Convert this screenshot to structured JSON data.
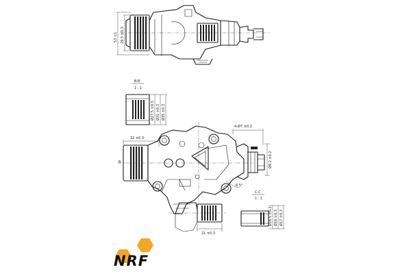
{
  "brand": {
    "name": "NRF",
    "accent_color": "#f5a623",
    "text_color": "#111111"
  },
  "dimensions": {
    "top_view_height_a": "53 ±1",
    "top_view_height_b": "29.5 ±0.3",
    "section_title": "B-B",
    "section_scale": "1 : 1",
    "section_d1": "Ø27.5 ±0.3",
    "section_d2": "Ø31 ±0.3",
    "section_d3": "Ø35 ±0.3",
    "inlet_length": "32 ±0.3",
    "inlet_mark": "B",
    "outlet_length": "4-Ø7 ±0.2",
    "outlet_height": "Ø9.2 ±0.2",
    "angle": "6.5°",
    "section_small_title": "C-C",
    "section_small_scale": "1 : 1",
    "pipe_length": "21 ±0.3",
    "pipe_d1": "Ø16.5 ±0.2",
    "pipe_d2": "Ø16 ±0.3",
    "pipe_d3": "Ø17 ±0.3"
  }
}
